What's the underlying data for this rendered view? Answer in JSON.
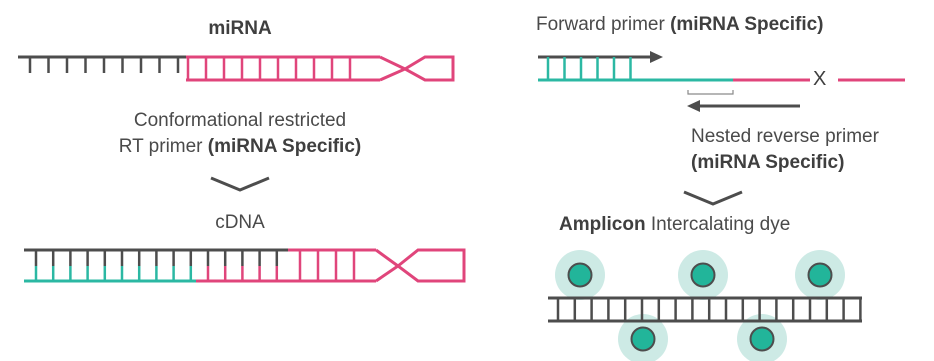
{
  "left_panel": {
    "mirna_title": "miRNA",
    "rt_primer_line1": "Conformational restricted",
    "rt_primer_line2_plain": "RT primer ",
    "rt_primer_line2_bold": "(miRNA Specific)",
    "cdna_title": "cDNA"
  },
  "right_panel": {
    "forward_primer_plain": "Forward primer ",
    "forward_primer_bold": "(miRNA Specific)",
    "mismatch_mark": "X",
    "reverse_primer_line1": "Nested reverse primer",
    "reverse_primer_line2": "(miRNA Specific)",
    "amplicon_bold": "Amplicon",
    "amplicon_plain": " Intercalating dye"
  },
  "colors": {
    "dark_strand": "#4d4d4d",
    "rna_strand": "#e0457b",
    "primer_strand": "#2bb8a3",
    "dye_halo": "#cdeae5",
    "dye_core": "#22b59a"
  }
}
